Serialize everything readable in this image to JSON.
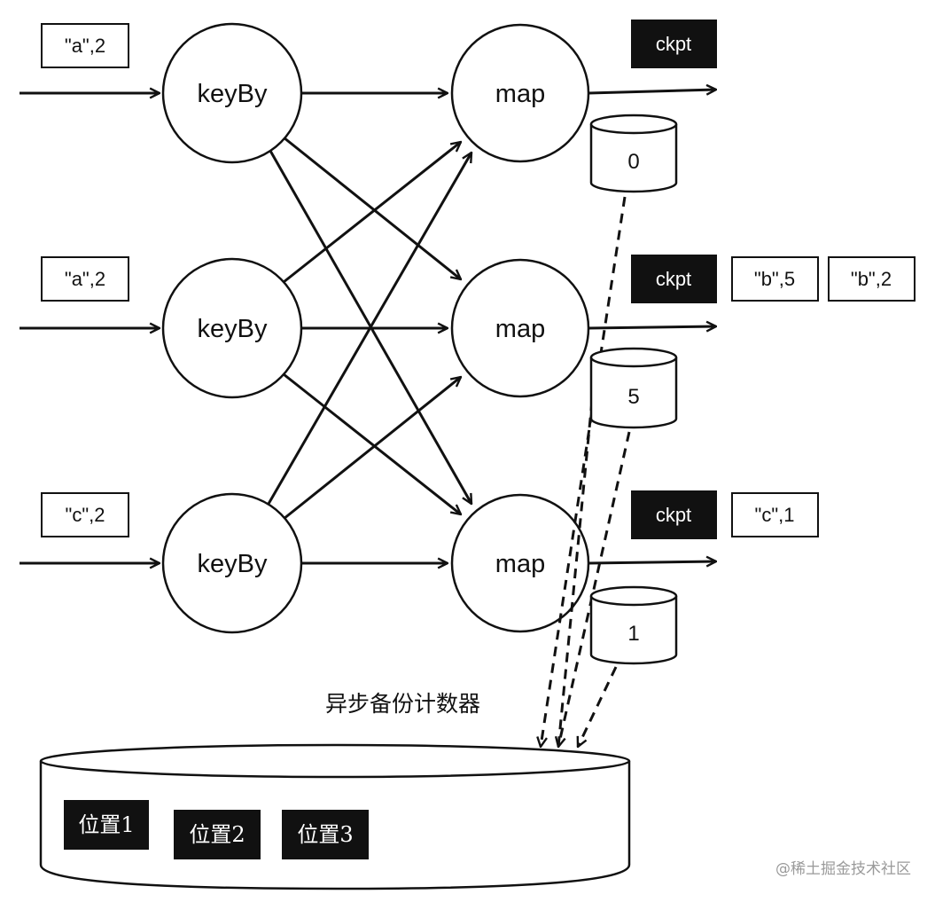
{
  "operators": {
    "keyby_label": "keyBy",
    "map_label": "map"
  },
  "inputs": [
    "\"a\",2",
    "\"a\",2",
    "\"c\",2"
  ],
  "outputs": {
    "ckpt_label": "ckpt",
    "row1_records": [],
    "row2_records": [
      "\"b\",5",
      "\"b\",2"
    ],
    "row3_records": [
      "\"c\",1"
    ]
  },
  "state_counters": [
    "0",
    "5",
    "1"
  ],
  "backup": {
    "label": "异步备份计数器",
    "positions": [
      "位置1",
      "位置2",
      "位置3"
    ]
  },
  "watermark": "@稀土掘金技术社区",
  "colors": {
    "stroke": "#111111",
    "ckpt_fill": "#111111",
    "position_fill": "#111111",
    "watermark": "#9a9a9a"
  }
}
